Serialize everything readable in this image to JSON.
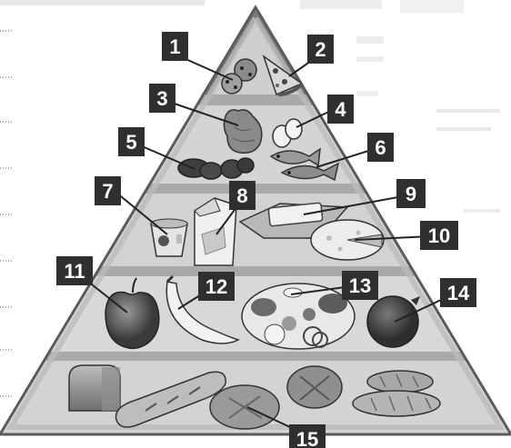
{
  "diagram": {
    "labels": [
      "1",
      "2",
      "3",
      "4",
      "5",
      "6",
      "7",
      "8",
      "9",
      "10",
      "11",
      "12",
      "13",
      "14",
      "15"
    ]
  },
  "margin_lines": {
    "count": 10
  },
  "colors": {
    "pyramid_outline": "#6b6b6b",
    "tier_fill": "#cfcfcf",
    "label_bg": "#3a3a3a",
    "label_text": "#ffffff",
    "food_dark": "#4a4a4a",
    "food_mid": "#8a8a8a",
    "food_light": "#e6e6e6"
  },
  "items": [
    {
      "id": "1",
      "food": "cookies-icon"
    },
    {
      "id": "2",
      "food": "pizza-slice-icon"
    },
    {
      "id": "3",
      "food": "chicken-icon"
    },
    {
      "id": "4",
      "food": "eggs-icon"
    },
    {
      "id": "5",
      "food": "sausage-icon"
    },
    {
      "id": "6",
      "food": "fish-icon"
    },
    {
      "id": "7",
      "food": "yogurt-cup-icon"
    },
    {
      "id": "8",
      "food": "milk-carton-icon"
    },
    {
      "id": "9",
      "food": "butter-icon"
    },
    {
      "id": "10",
      "food": "cheese-wheel-icon"
    },
    {
      "id": "11",
      "food": "apple-icon"
    },
    {
      "id": "12",
      "food": "banana-icon"
    },
    {
      "id": "13",
      "food": "salad-plate-icon"
    },
    {
      "id": "14",
      "food": "pomegranate-icon"
    },
    {
      "id": "15",
      "food": "bread-loaves-icon"
    }
  ]
}
